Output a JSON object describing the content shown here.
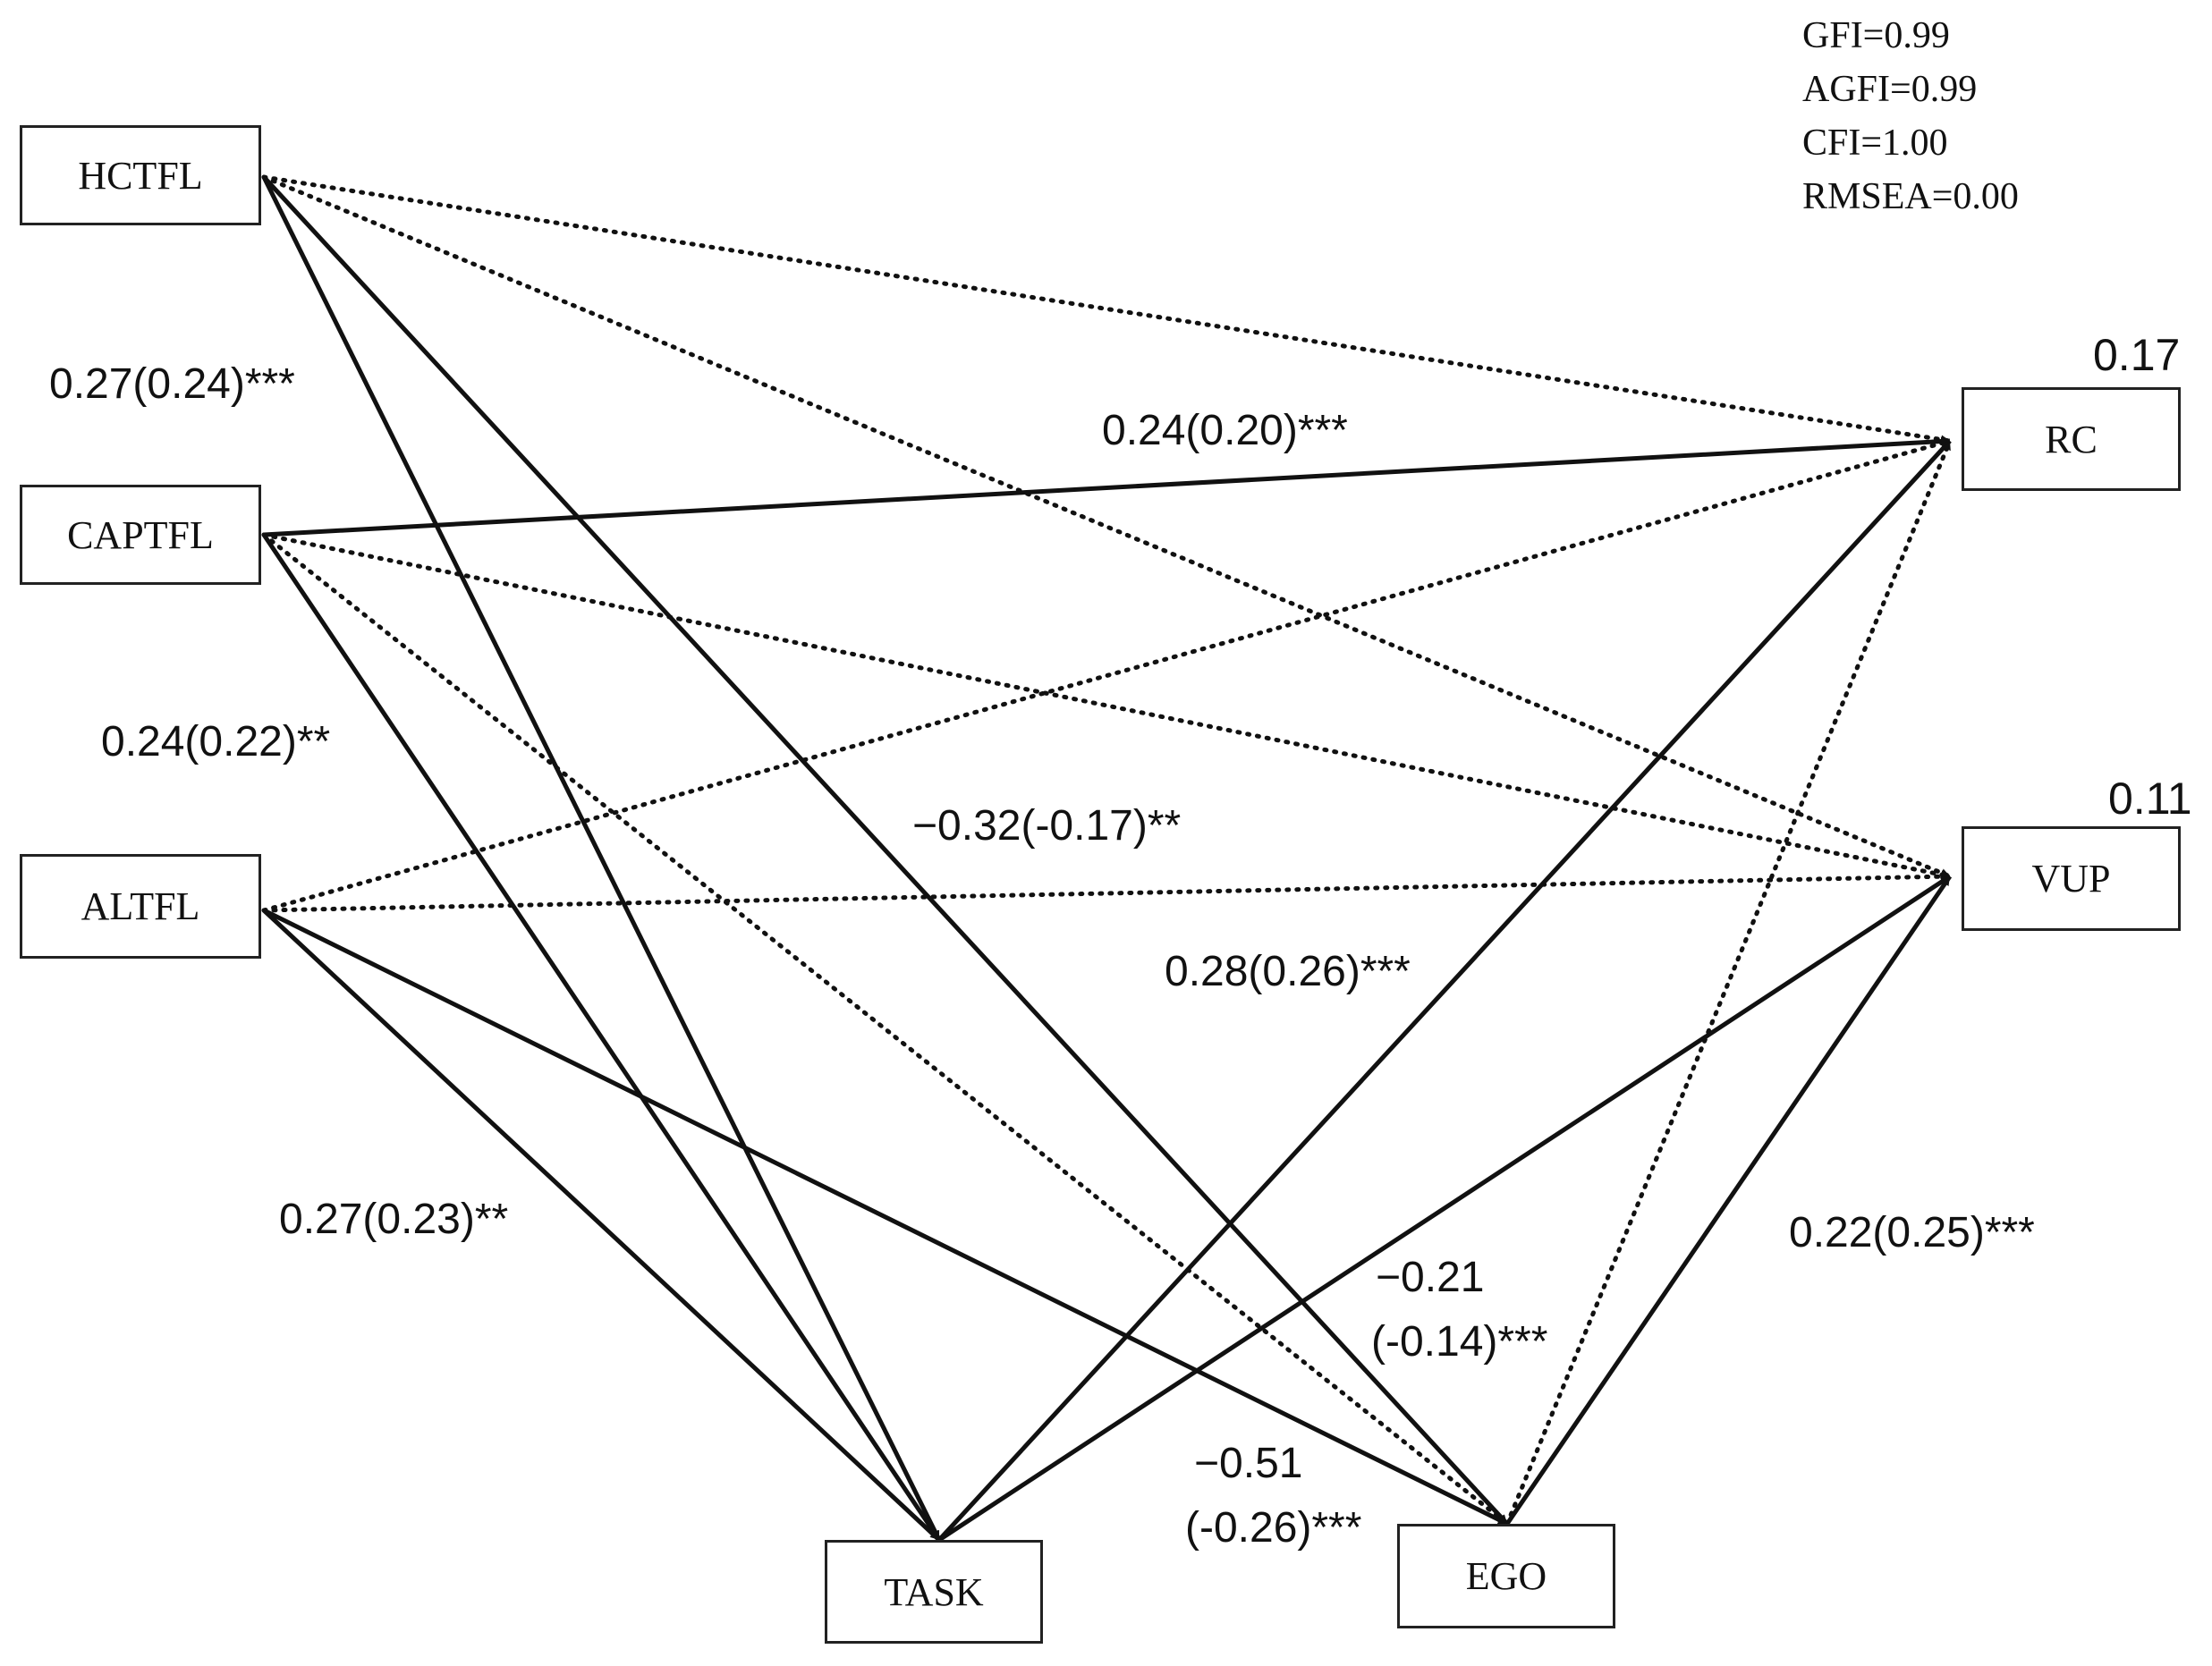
{
  "nodes": {
    "hctfl": "HCTFL",
    "captfl": "CAPTFL",
    "altfl": "ALTFL",
    "task": "TASK",
    "ego": "EGO",
    "rc": "RC",
    "vup": "VUP"
  },
  "r_squared": {
    "rc": "0.17",
    "vup": "0.11"
  },
  "fit_indices": [
    "GFI=0.99",
    "AGFI=0.99",
    "CFI=1.00",
    "RMSEA=0.00"
  ],
  "path_labels": {
    "hctfl_task": "0.27(0.24)***",
    "captfl_rc": "0.24(0.20)***",
    "captfl_task": "0.24(0.22)**",
    "hctfl_ego": "−0.32(-0.17)**",
    "task_rc": "0.28(0.26)***",
    "altfl_task": "0.27(0.23)**",
    "ego_vup": "0.22(0.25)***",
    "task_vup_line1": "−0.21",
    "task_vup_line2": "(-0.14)***",
    "altfl_ego_line1": "−0.51",
    "altfl_ego_line2": "(-0.26)***"
  },
  "paths": [
    {
      "from": "hctfl",
      "to": "rc",
      "style": "dotted"
    },
    {
      "from": "hctfl",
      "to": "vup",
      "style": "dotted"
    },
    {
      "from": "hctfl",
      "to": "task",
      "style": "solid"
    },
    {
      "from": "hctfl",
      "to": "ego",
      "style": "solid"
    },
    {
      "from": "captfl",
      "to": "rc",
      "style": "solid"
    },
    {
      "from": "captfl",
      "to": "vup",
      "style": "dotted"
    },
    {
      "from": "captfl",
      "to": "task",
      "style": "solid"
    },
    {
      "from": "captfl",
      "to": "ego",
      "style": "dotted"
    },
    {
      "from": "altfl",
      "to": "rc",
      "style": "dotted"
    },
    {
      "from": "altfl",
      "to": "vup",
      "style": "dotted"
    },
    {
      "from": "altfl",
      "to": "task",
      "style": "solid"
    },
    {
      "from": "altfl",
      "to": "ego",
      "style": "solid"
    },
    {
      "from": "task",
      "to": "rc",
      "style": "solid"
    },
    {
      "from": "task",
      "to": "vup",
      "style": "solid"
    },
    {
      "from": "ego",
      "to": "rc",
      "style": "dotted"
    },
    {
      "from": "ego",
      "to": "vup",
      "style": "solid"
    }
  ]
}
